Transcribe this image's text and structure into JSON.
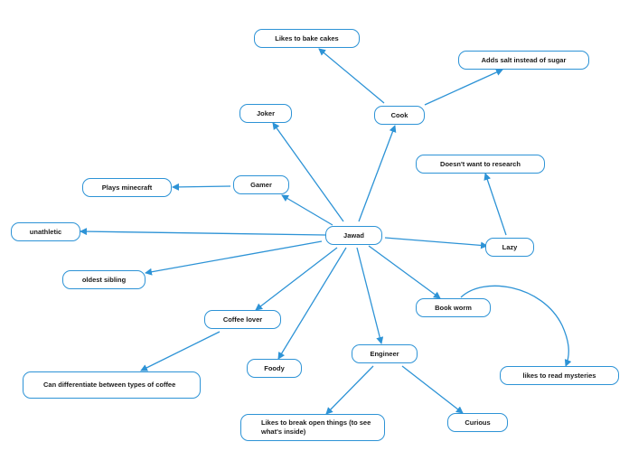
{
  "diagram": {
    "accent_color": "#2d93d6",
    "nodes": {
      "jawad": "Jawad",
      "cook": "Cook",
      "bake_cakes": "Likes to bake cakes",
      "salt": "Adds salt instead of sugar",
      "joker": "Joker",
      "gamer": "Gamer",
      "minecraft": "Plays minecraft",
      "unathletic": "unathletic",
      "oldest_sibling": "oldest sibling",
      "coffee_lover": "Coffee lover",
      "coffee_types": "Can differentiate  between types of coffee",
      "foody": "Foody",
      "engineer": "Engineer",
      "break_open": "Likes to break open  things (to see what's inside)",
      "curious": "Curious",
      "book_worm": "Book worm",
      "mysteries": "likes to read mysteries",
      "lazy": "Lazy",
      "research": "Doesn't want to research"
    }
  }
}
